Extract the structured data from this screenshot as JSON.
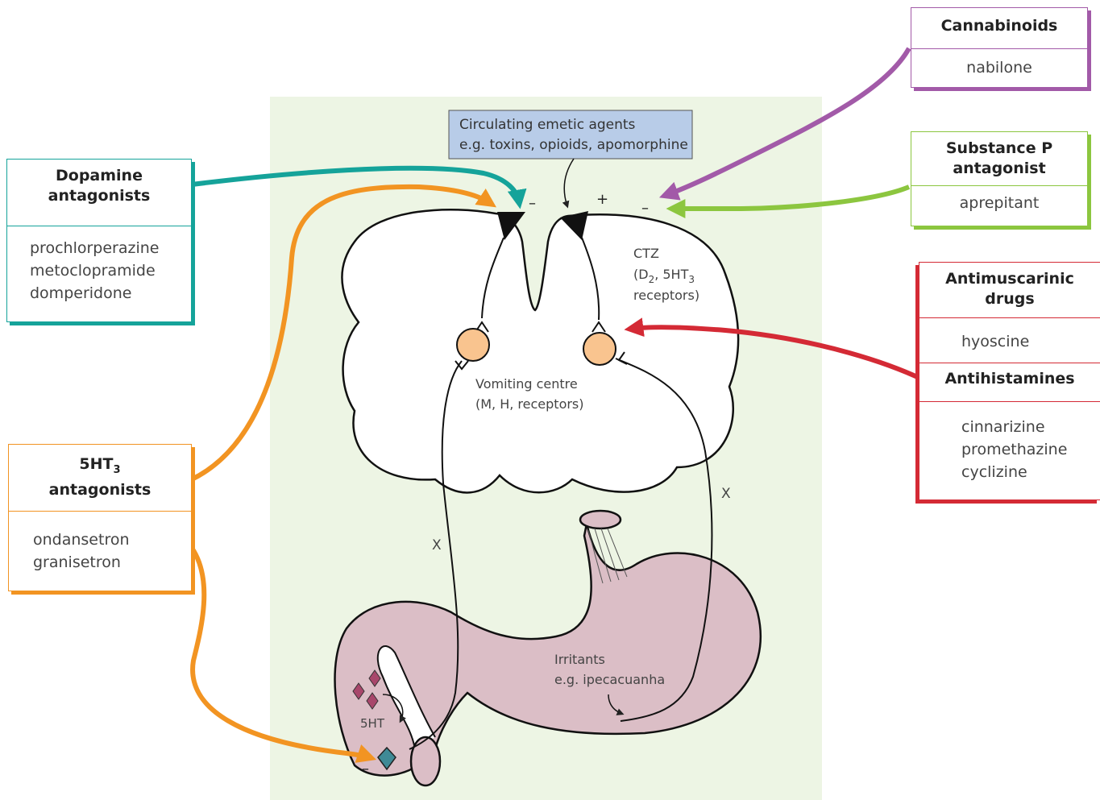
{
  "colors": {
    "background_panel": "#edf5e4",
    "dopamine": "#15a39a",
    "ht3": "#f29422",
    "cannabinoid": "#a25aa8",
    "substance_p": "#8cc63f",
    "antimuscarinic": "#d42a35",
    "neuron": "#f9c48f",
    "stomach": "#dbbec6",
    "circulating_box": "#b8cce8"
  },
  "boxes": {
    "dopamine": {
      "title": "Dopamine antagonists",
      "drugs": [
        "prochlorperazine",
        "metoclopramide",
        "domperidone"
      ]
    },
    "ht3": {
      "title_main": "5HT",
      "title_sub": "3",
      "title_rest": "antagonists",
      "drugs": [
        "ondansetron",
        "granisetron"
      ]
    },
    "cannabinoids": {
      "title": "Cannabinoids",
      "drugs": [
        "nabilone"
      ]
    },
    "substance_p": {
      "title": "Substance P antagonist",
      "drugs": [
        "aprepitant"
      ]
    },
    "antimuscarinic": {
      "title": "Antimuscarinic drugs",
      "drugs": [
        "hyoscine"
      ]
    },
    "antihistamines": {
      "title": "Antihistamines",
      "drugs": [
        "cinnarizine",
        "promethazine",
        "cyclizine"
      ]
    }
  },
  "diagram": {
    "circulating_line1": "Circulating emetic agents",
    "circulating_line2": "e.g. toxins, opioids, apomorphine",
    "ctz_line1": "CTZ",
    "ctz_line2_pre": "(D",
    "ctz_line2_sub1": "2",
    "ctz_line2_mid": ", 5HT",
    "ctz_line2_sub2": "3",
    "ctz_line3": "receptors)",
    "vomiting_line1": "Vomiting centre",
    "vomiting_line2": "(M, H, receptors)",
    "irritants_line1": "Irritants",
    "irritants_line2": "e.g. ipecacuanha",
    "serotonin_label": "5HT",
    "sign_minus": "–",
    "sign_plus": "+",
    "vagal_block": "X"
  }
}
